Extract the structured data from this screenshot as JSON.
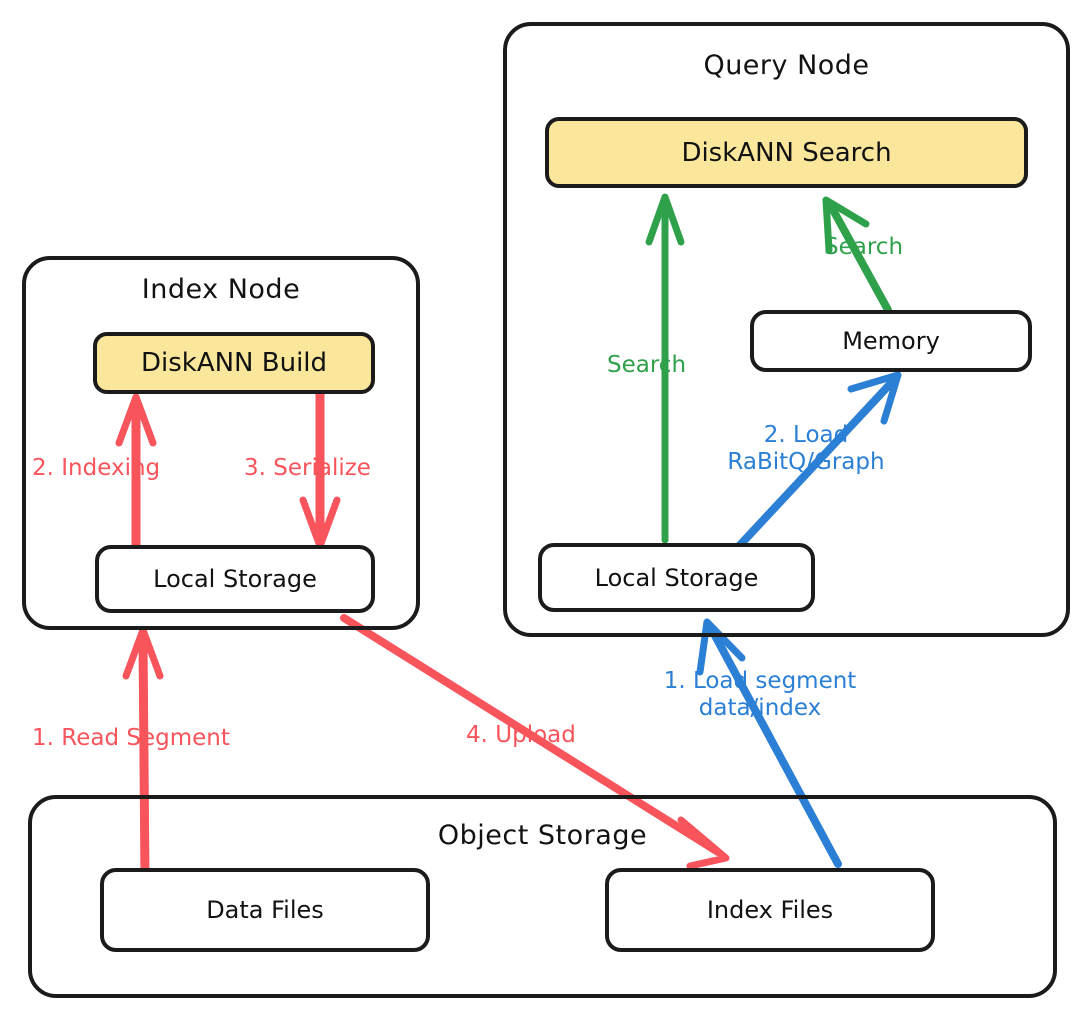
{
  "diagram": {
    "title": "DiskANN index build and search dataflow",
    "colors": {
      "stroke": "#1b1b1b",
      "accent_fill": "#FAE79C",
      "red": "#F8545B",
      "green": "#2FA14A",
      "blue": "#2B7FD4",
      "background": "#ffffff"
    },
    "nodes": {
      "index_node": {
        "title": "Index Node",
        "boxes": {
          "build": "DiskANN Build",
          "local_storage": "Local Storage"
        }
      },
      "query_node": {
        "title": "Query Node",
        "boxes": {
          "search": "DiskANN Search",
          "memory": "Memory",
          "local_storage": "Local Storage"
        }
      },
      "object_storage": {
        "title": "Object Storage",
        "boxes": {
          "data_files": "Data Files",
          "index_files": "Index Files"
        }
      }
    },
    "edges": [
      {
        "id": "read-segment",
        "label": "1. Read Segment",
        "color": "red",
        "from": "data-files",
        "to": "index-node-local-storage"
      },
      {
        "id": "indexing",
        "label": "2. Indexing",
        "color": "red",
        "from": "index-node-local-storage",
        "to": "diskann-build"
      },
      {
        "id": "serialize",
        "label": "3. Serialize",
        "color": "red",
        "from": "diskann-build",
        "to": "index-node-local-storage"
      },
      {
        "id": "upload",
        "label": "4. Upload",
        "color": "red",
        "from": "index-node",
        "to": "index-files"
      },
      {
        "id": "load-segment",
        "label": "1. Load segment\ndata/index",
        "color": "blue",
        "from": "index-files",
        "to": "query-node-local-storage"
      },
      {
        "id": "load-rabitq",
        "label": "2. Load\nRaBitQ/Graph",
        "color": "blue",
        "from": "query-node-local-storage",
        "to": "memory"
      },
      {
        "id": "search-disk",
        "label": "Search",
        "color": "green",
        "from": "query-node-local-storage",
        "to": "diskann-search"
      },
      {
        "id": "search-memory",
        "label": "Search",
        "color": "green",
        "from": "memory",
        "to": "diskann-search"
      }
    ],
    "edge_labels": {
      "read_segment": "1. Read Segment",
      "indexing": "2. Indexing",
      "serialize": "3. Serialize",
      "upload": "4. Upload",
      "load_segment_line1": "1. Load segment",
      "load_segment_line2": "data/index",
      "load_rabitq_line1": "2. Load",
      "load_rabitq_line2": "RaBitQ/Graph",
      "search_disk": "Search",
      "search_memory": "Search"
    }
  }
}
